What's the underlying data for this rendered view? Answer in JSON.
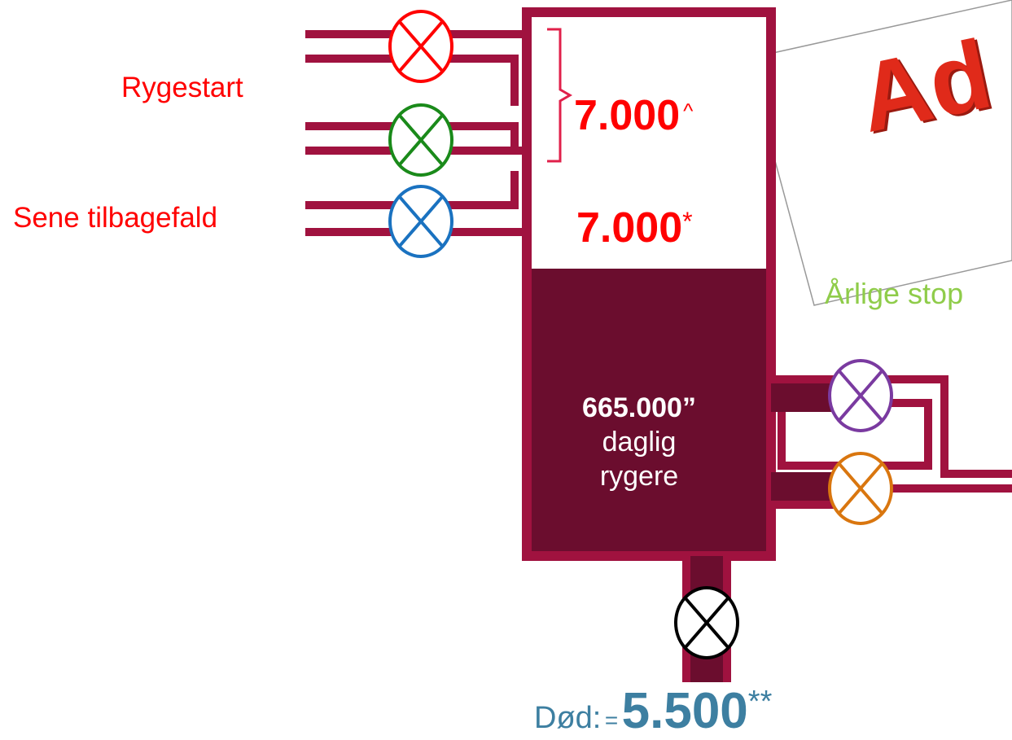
{
  "labels": {
    "rygestart": "Rygestart",
    "sene_tilbagefald": "Sene tilbagefald"
  },
  "inflows": {
    "combined_value": "7.000",
    "combined_mark": "^",
    "relapse_value": "7.000",
    "relapse_mark": "*"
  },
  "stock": {
    "value": "665.000”",
    "line1": "daglig",
    "line2": "rygere"
  },
  "card": {
    "title": "Ad",
    "subtitle": "Årlige stop"
  },
  "death": {
    "prefix": "Død:",
    "equals": "=",
    "value": "5.500",
    "mark": "**"
  },
  "colors": {
    "pipe": "#a0123f",
    "stock_fill": "#6b0d2e",
    "valve_red": "#ff0000",
    "valve_green": "#1a8a1a",
    "valve_blue": "#1a72c0",
    "valve_purple": "#7a3aa0",
    "valve_orange": "#d9760f",
    "valve_black": "#000000"
  },
  "icons": [
    "valve-icon",
    "brace-icon"
  ]
}
